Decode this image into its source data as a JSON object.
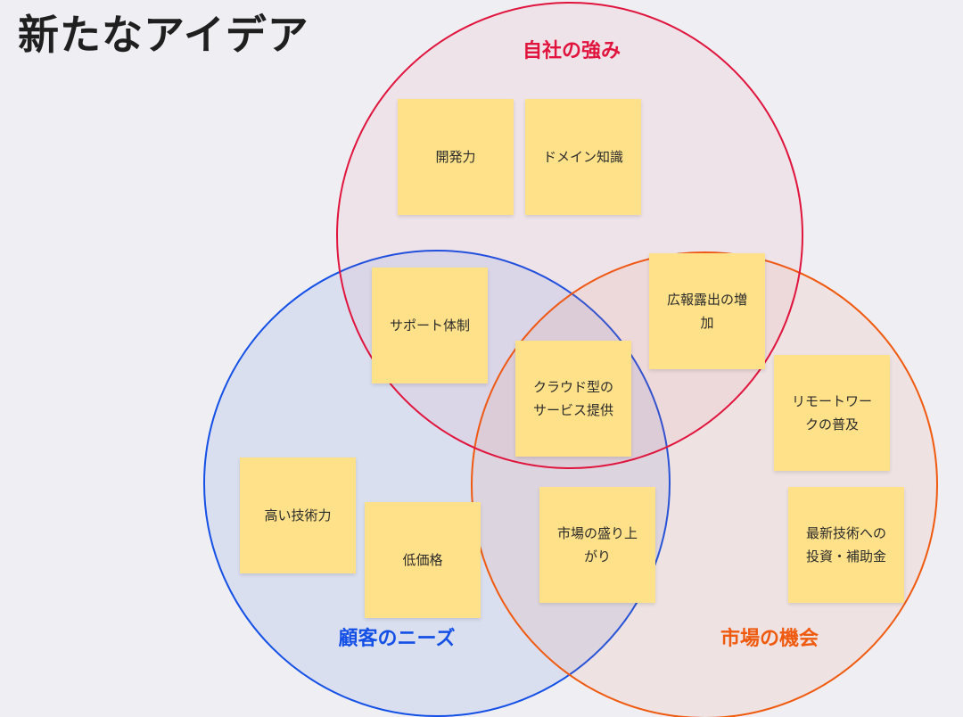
{
  "title": "新たなアイデア",
  "circles": {
    "strength": {
      "label": "自社の強み",
      "color": "#e0143c"
    },
    "needs": {
      "label": "顧客のニーズ",
      "color": "#1450e6"
    },
    "market": {
      "label": "市場の機会",
      "color": "#f05a0f"
    }
  },
  "stickies": {
    "development": "開発力",
    "domain_knowledge": "ドメイン知識",
    "support": "サポート体制",
    "pr_exposure": "広報露出の増加",
    "cloud_service": "クラウド型のサービス提供",
    "remote_work": "リモートワークの普及",
    "high_tech": "高い技術力",
    "low_price": "低価格",
    "market_boom": "市場の盛り上がり",
    "subsidy": "最新技術への投資・補助金"
  },
  "sticky_color": "#ffe189"
}
